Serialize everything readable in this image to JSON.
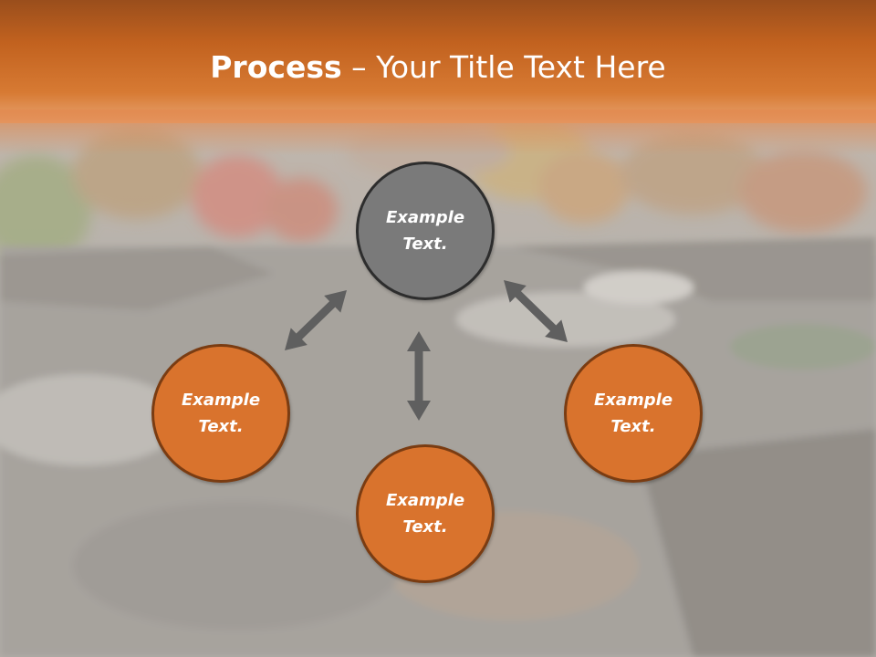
{
  "slide": {
    "title_bold": "Process",
    "title_rest": " – Your Title Text Here"
  },
  "diagram": {
    "nodes": [
      {
        "id": "top",
        "label": "Example Text.",
        "color": "#7a7a7a"
      },
      {
        "id": "left",
        "label": "Example Text.",
        "color": "#d9732d"
      },
      {
        "id": "bottom",
        "label": "Example Text.",
        "color": "#d9732d"
      },
      {
        "id": "right",
        "label": "Example Text.",
        "color": "#d9732d"
      }
    ],
    "arrow_color": "#5f5f5f"
  },
  "colors": {
    "header": "#c2621f",
    "accent": "#d9732d",
    "gray_node": "#7a7a7a"
  }
}
